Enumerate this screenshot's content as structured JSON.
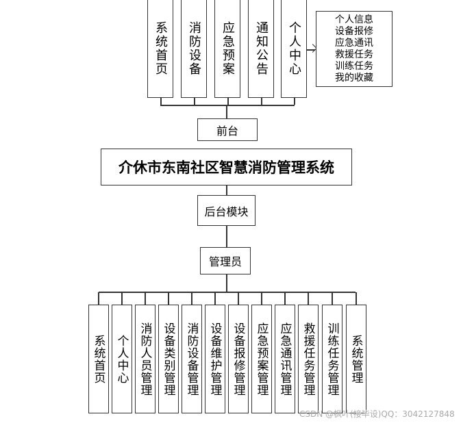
{
  "front": {
    "modules": [
      "系统首页",
      "消防设备",
      "应急预案",
      "通知公告",
      "个人中心"
    ],
    "personal_center_items": [
      "个人信息",
      "设备报修",
      "应急通讯",
      "救援任务",
      "训练任务",
      "我的收藏"
    ],
    "label": "前台"
  },
  "system_title": "介休市东南社区智慧消防管理系统",
  "back": {
    "label": "后台模块",
    "role": "管理员",
    "modules": [
      "系统首页",
      "个人中心",
      "消防人员管理",
      "设备类别管理",
      "消防设备管理",
      "设备维护管理",
      "设备报修管理",
      "应急预案管理",
      "应急通讯管理",
      "救援任务管理",
      "训练任务管理",
      "系统管理"
    ]
  },
  "watermark": "CSDN @枫叶(接毕设)QQ：3042127848"
}
